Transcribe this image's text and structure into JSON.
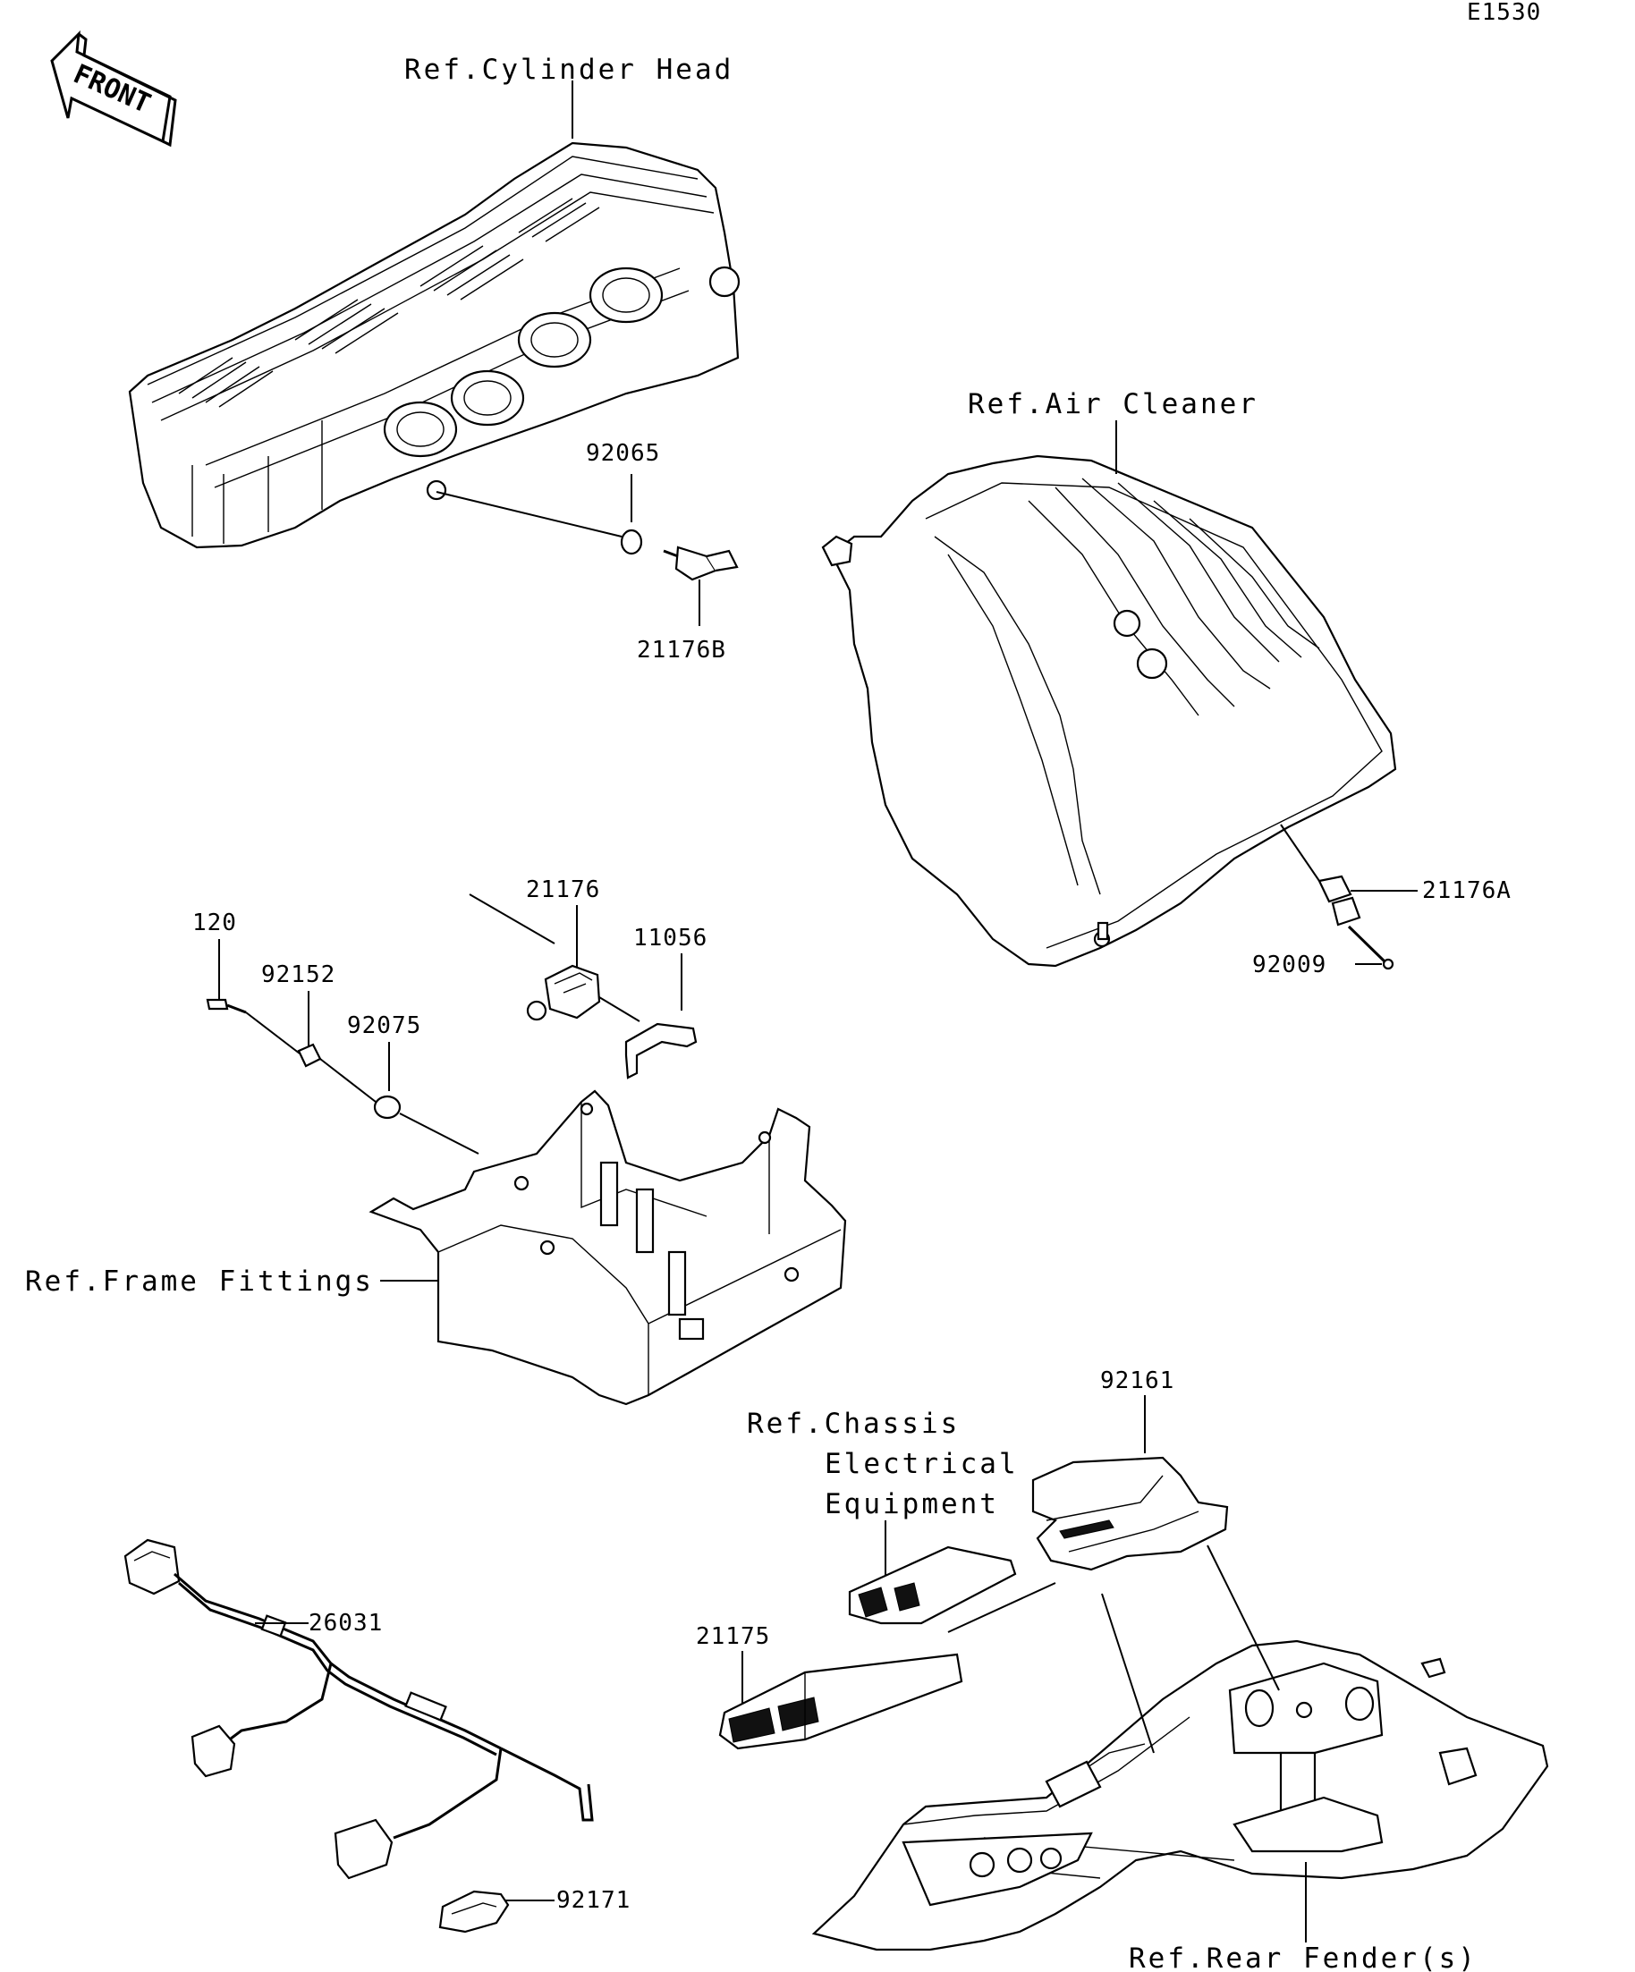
{
  "diagram_code": "E1530",
  "front_arrow": {
    "label": "FRONT"
  },
  "references": {
    "cylinder_head": "Ref.Cylinder Head",
    "air_cleaner": "Ref.Air Cleaner",
    "frame_fittings": "Ref.Frame Fittings",
    "chassis_electrical": [
      "Ref.Chassis",
      "Electrical",
      "Equipment"
    ],
    "rear_fender": "Ref.Rear Fender(s)"
  },
  "parts": {
    "p92065": "92065",
    "p21176B": "21176B",
    "p21176A": "21176A",
    "p92009": "92009",
    "p120": "120",
    "p92152": "92152",
    "p92075": "92075",
    "p21176": "21176",
    "p11056": "11056",
    "p92161": "92161",
    "p21175": "21175",
    "p26031": "26031",
    "p92171": "92171"
  },
  "icons": [
    "front-arrow-icon"
  ]
}
